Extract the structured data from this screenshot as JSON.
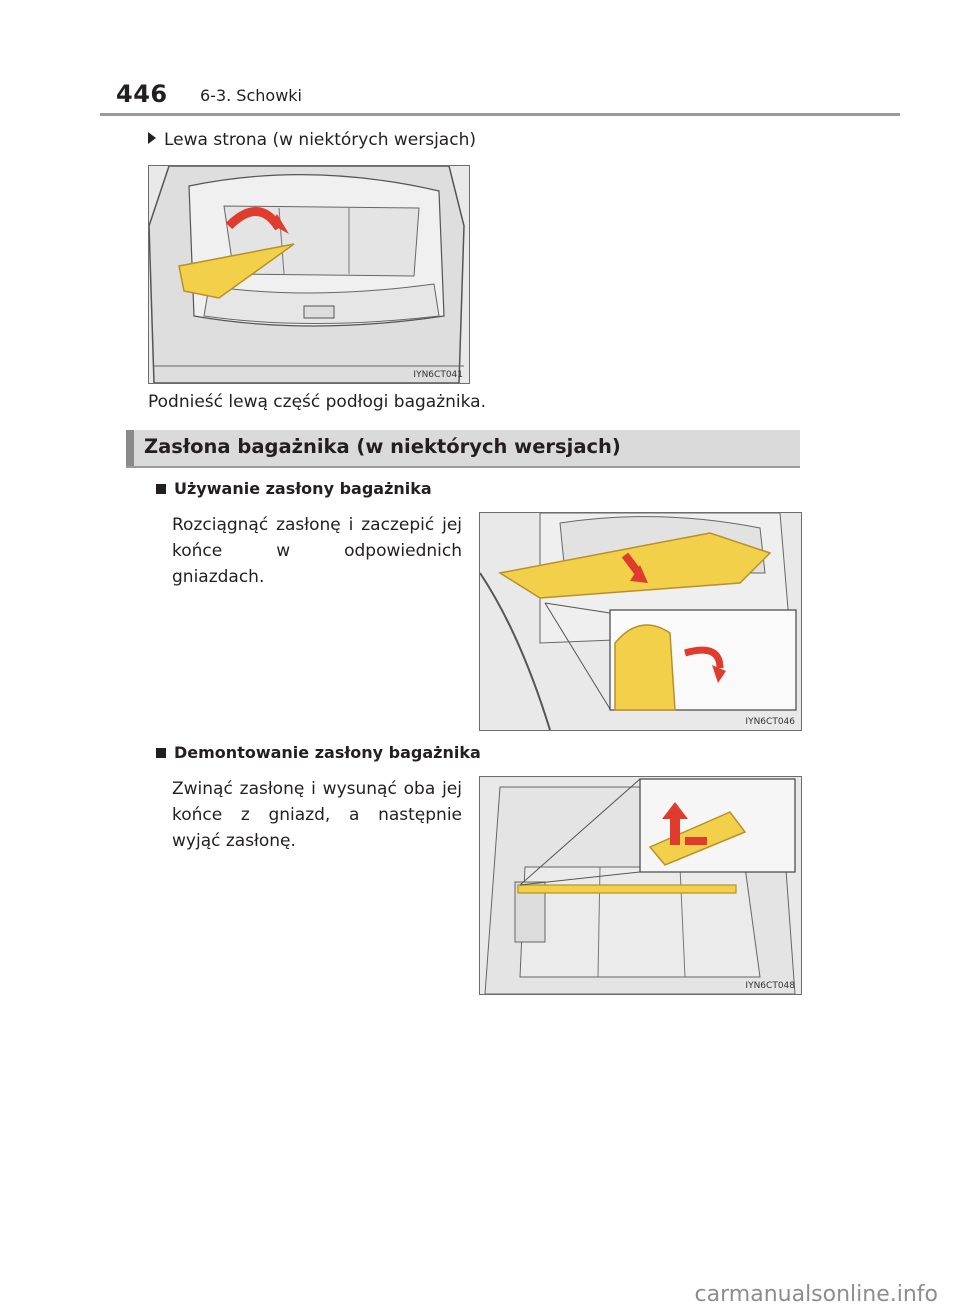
{
  "header": {
    "page_number": "446",
    "section": "6-3. Schowki"
  },
  "left_side": {
    "label": "Lewa strona (w niektórych wersjach)",
    "figure_code": "IYN6CT041",
    "caption": "Podnieść lewą część podłogi bagażnika."
  },
  "cover_section": {
    "title": "Zasłona bagażnika (w niektórych wersjach)",
    "use": {
      "heading": "Używanie zasłony bagażnika",
      "text": "Rozciągnąć zasłonę i zaczepić jej końce w odpowiednich gniazdach.",
      "figure_code": "IYN6CT046"
    },
    "remove": {
      "heading": "Demontowanie zasłony bagażnika",
      "text": "Zwinąć zasłonę i wysunąć oba jej końce z gniazd, a następnie wyjąć zasłonę.",
      "figure_code": "IYN6CT048"
    }
  },
  "footer": {
    "watermark": "carmanualsonline.info"
  },
  "colors": {
    "highlight_yellow": "#f3d04a",
    "arrow_red": "#e03c2d",
    "section_bar": "#dadada"
  }
}
